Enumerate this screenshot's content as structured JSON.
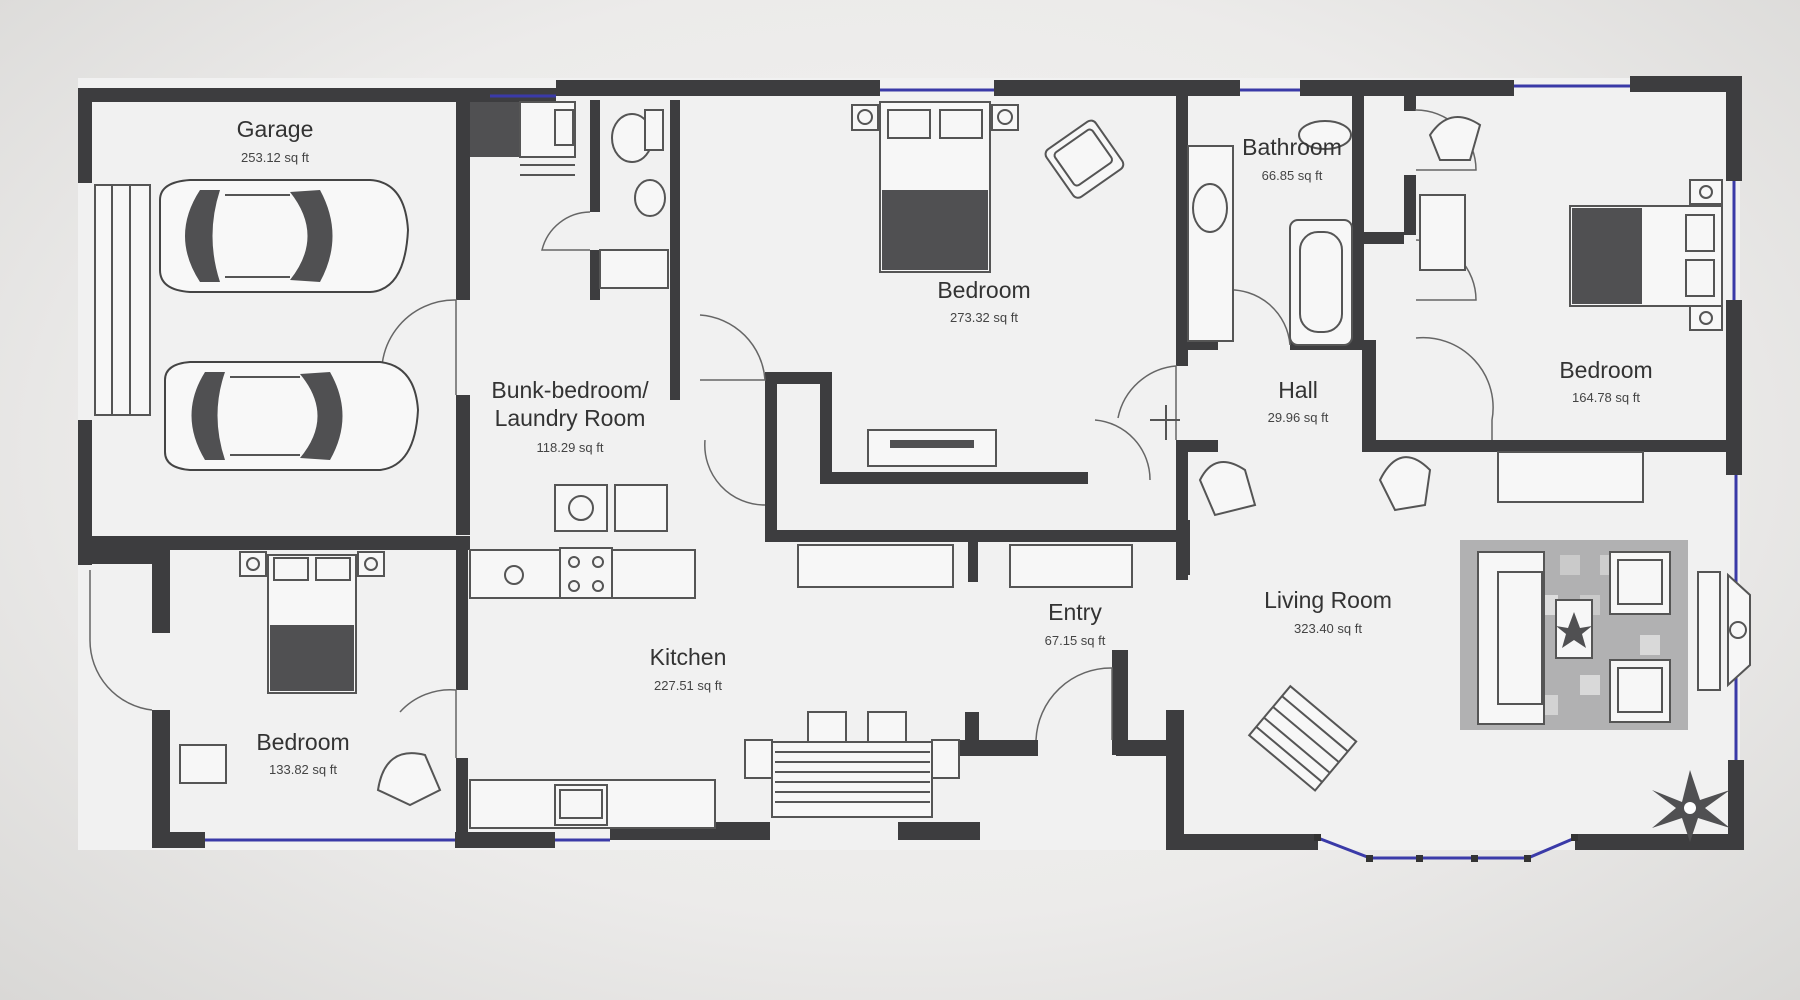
{
  "rooms": [
    {
      "id": "garage",
      "name": "Garage",
      "area": "253.12 sq ft"
    },
    {
      "id": "laundry",
      "name_line1": "Bunk-bedroom/",
      "name_line2": "Laundry Room",
      "area": "118.29 sq ft"
    },
    {
      "id": "bedroom-main",
      "name": "Bedroom",
      "area": "273.32 sq ft"
    },
    {
      "id": "bathroom",
      "name": "Bathroom",
      "area": "66.85 sq ft"
    },
    {
      "id": "bedroom-east",
      "name": "Bedroom",
      "area": "164.78 sq ft"
    },
    {
      "id": "hall",
      "name": "Hall",
      "area": "29.96 sq ft"
    },
    {
      "id": "living",
      "name": "Living Room",
      "area": "323.40 sq ft"
    },
    {
      "id": "entry",
      "name": "Entry",
      "area": "67.15 sq ft"
    },
    {
      "id": "kitchen",
      "name": "Kitchen",
      "area": "227.51 sq ft"
    },
    {
      "id": "bedroom-west",
      "name": "Bedroom",
      "area": "133.82 sq ft"
    }
  ],
  "colors": {
    "wall": "#3d3d3f",
    "floor": "#f1f1f1",
    "window": "#3a3aa8"
  }
}
